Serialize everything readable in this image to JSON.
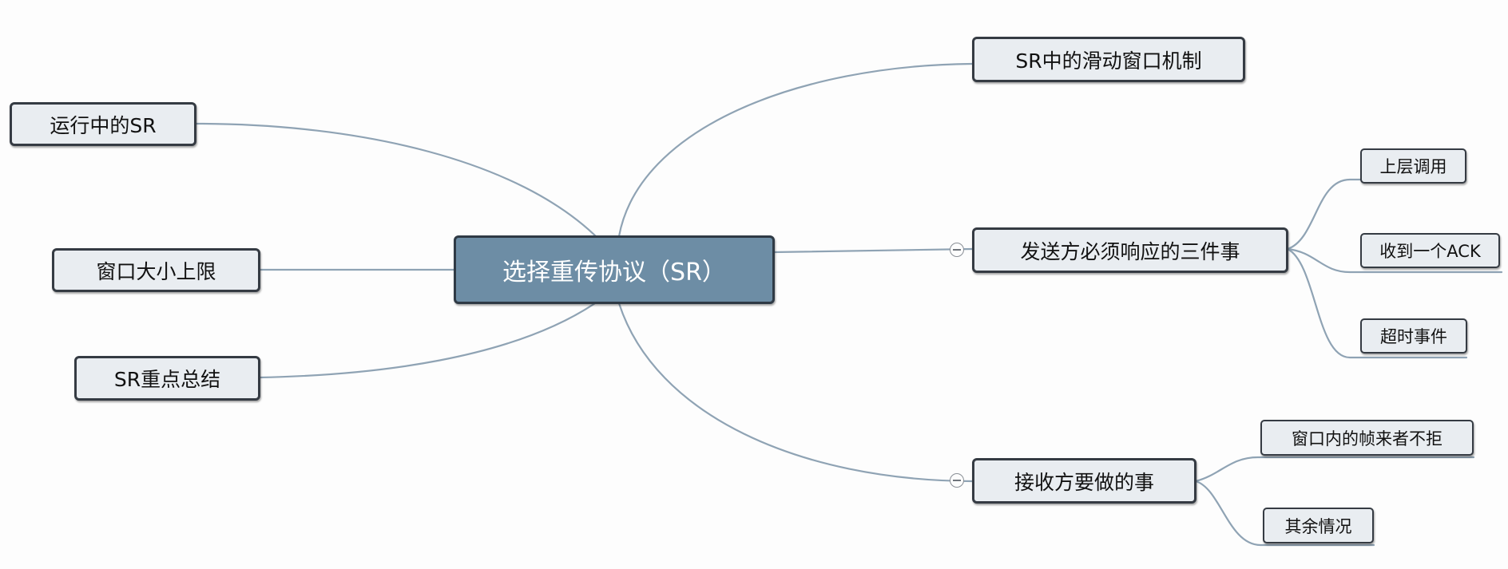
{
  "mindmap": {
    "root": "选择重传协议（SR）",
    "left": {
      "running": "运行中的SR",
      "window_limit": "窗口大小上限",
      "summary": "SR重点总结"
    },
    "right": {
      "sliding_window": "SR中的滑动窗口机制",
      "sender": {
        "label": "发送方必须响应的三件事",
        "children": [
          "上层调用",
          "收到一个ACK",
          "超时事件"
        ]
      },
      "receiver": {
        "label": "接收方要做的事",
        "children": [
          "窗口内的帧来者不拒",
          "其余情况"
        ]
      }
    }
  },
  "colors": {
    "root_fill": "#6d8da5",
    "node_fill": "#e9edf1",
    "border": "#353b43",
    "connector": "#8fa3b4"
  }
}
